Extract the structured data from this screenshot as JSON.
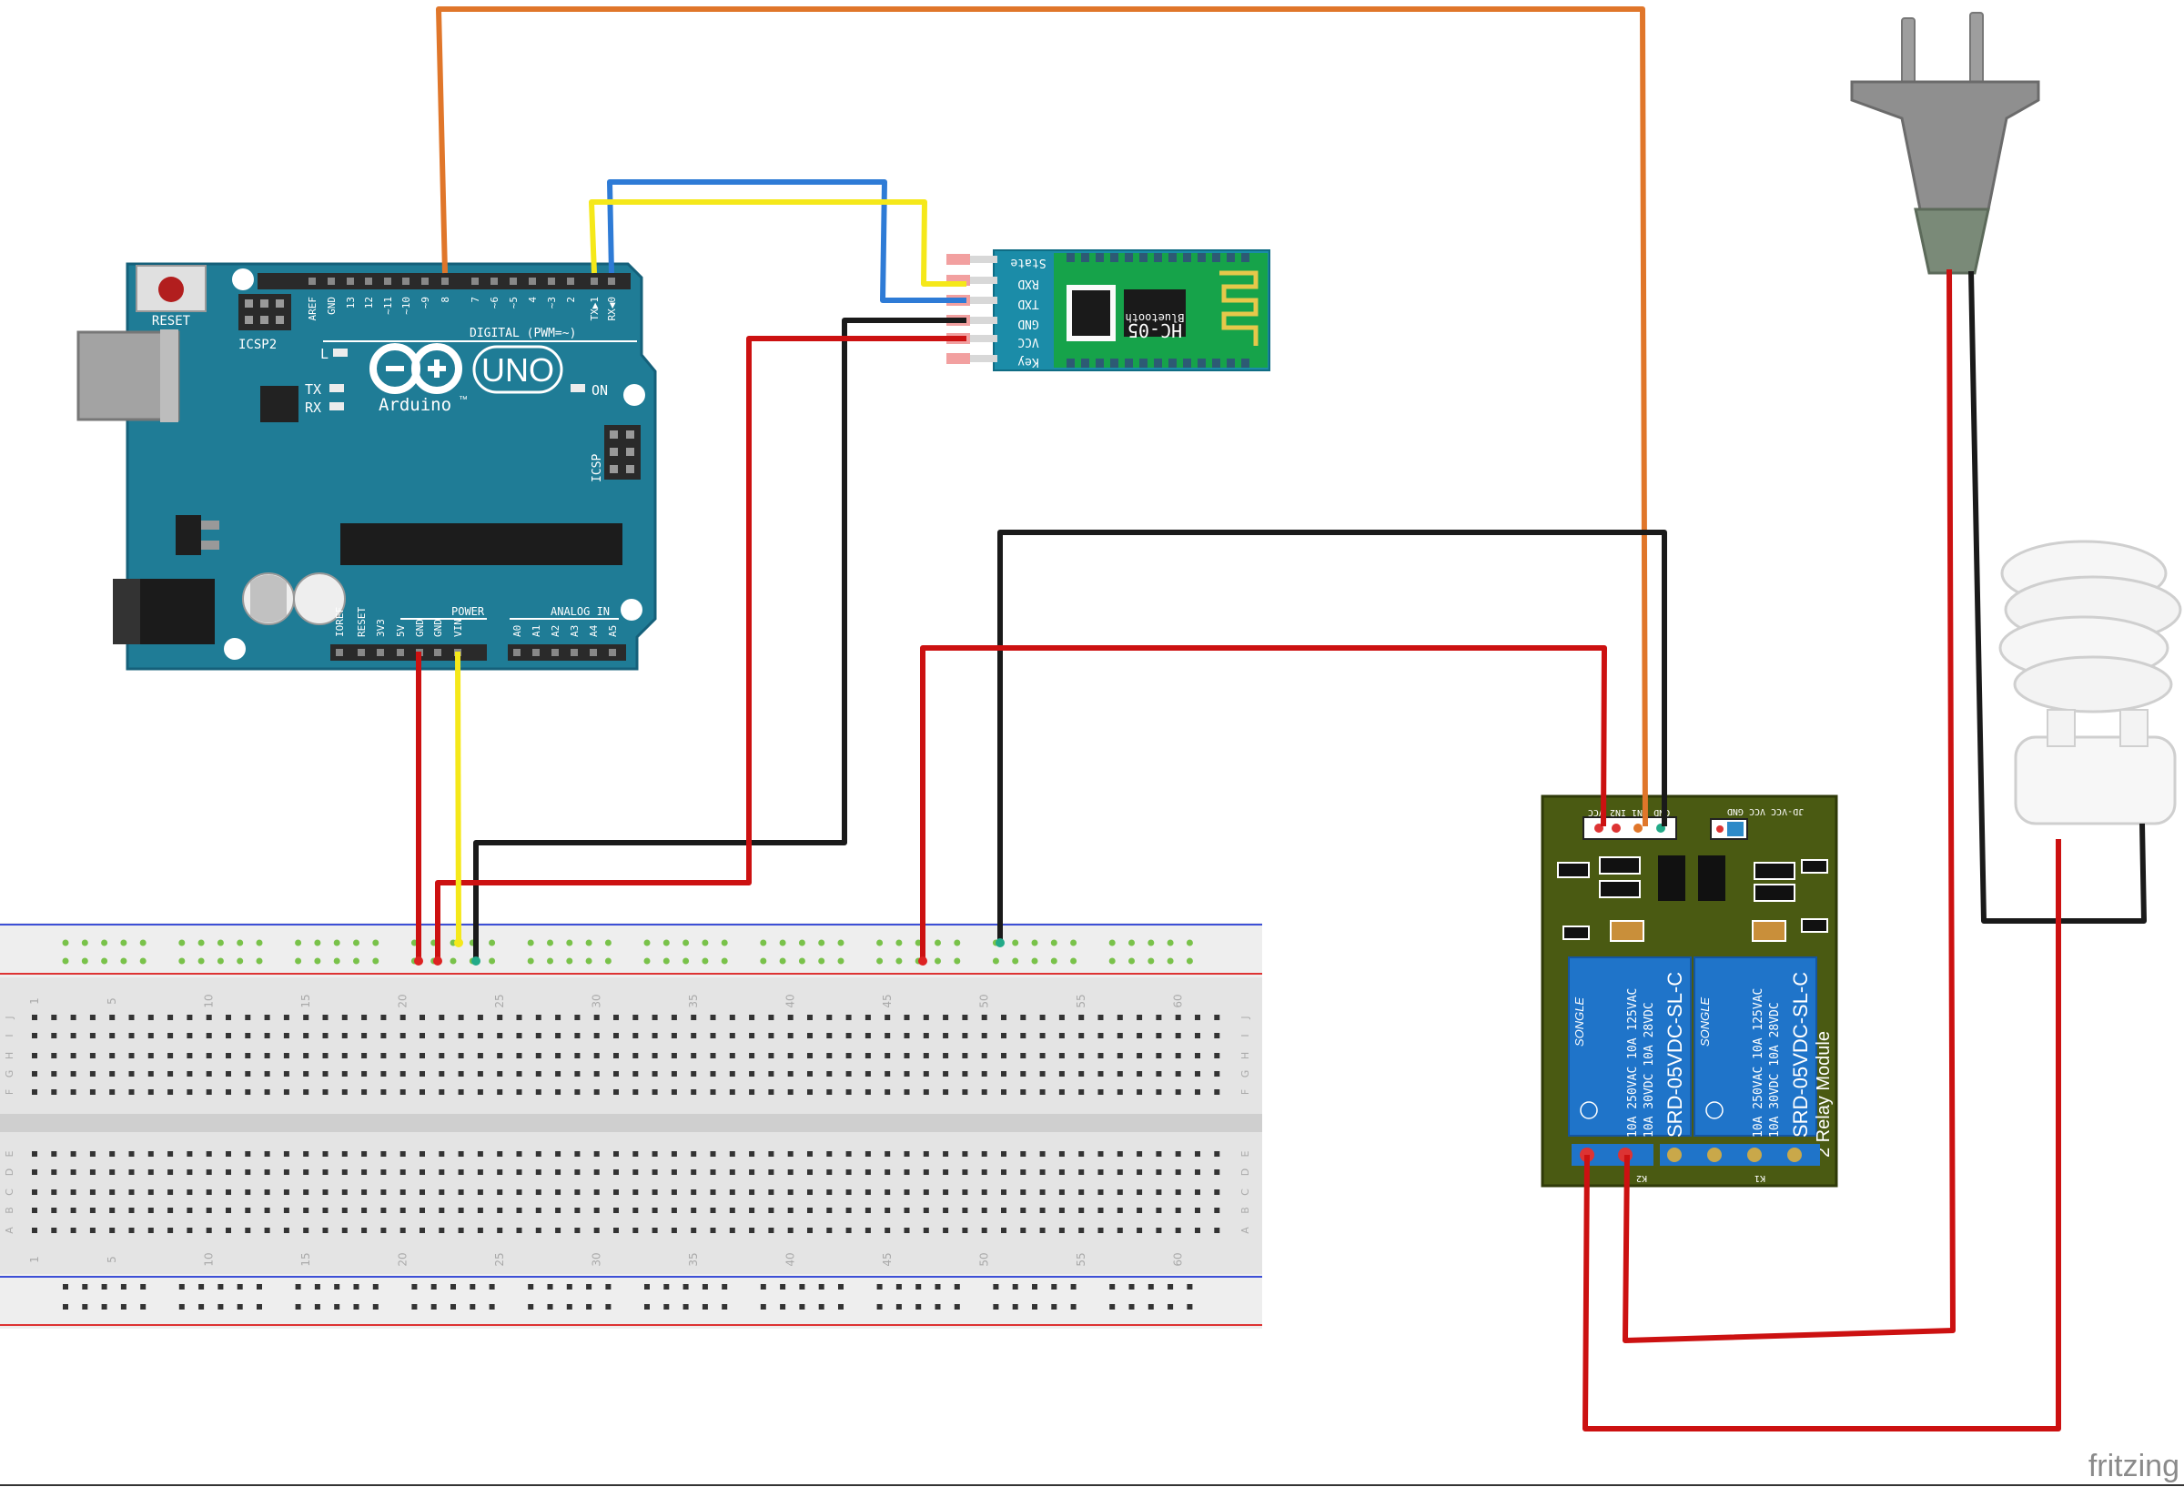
{
  "arduino": {
    "reset_label": "RESET",
    "icsp2_label": "ICSP2",
    "icsp_label": "ICSP",
    "uno_label": "UNO",
    "brand_label": "Arduino",
    "tm_label": "™",
    "on_label": "ON",
    "l_label": "L",
    "tx_label": "TX",
    "rx_label": "RX",
    "digital_label": "DIGITAL (PWM=~)",
    "power_label": "POWER",
    "analog_label": "ANALOG IN",
    "top_pins": [
      "AREF",
      "GND",
      "13",
      "12",
      "~11",
      "~10",
      "~9",
      "8",
      "7",
      "~6",
      "~5",
      "4",
      "~3",
      "2",
      "TX▶1",
      "RX◀0"
    ],
    "power_pins": [
      "IOREF",
      "RESET",
      "3V3",
      "5V",
      "GND",
      "GND",
      "VIN"
    ],
    "analog_pins": [
      "A0",
      "A1",
      "A2",
      "A3",
      "A4",
      "A5"
    ]
  },
  "bluetooth": {
    "model": "HC-05",
    "chip_text": "Bluetooth",
    "pins": [
      "State",
      "RXD",
      "TXD",
      "GND",
      "VCC",
      "Key"
    ]
  },
  "breadboard": {
    "column_numbers": [
      "1",
      "5",
      "10",
      "15",
      "20",
      "25",
      "30",
      "35",
      "40",
      "45",
      "50",
      "55",
      "60"
    ],
    "row_letters_top": [
      "J",
      "I",
      "H",
      "G",
      "F"
    ],
    "row_letters_bottom": [
      "E",
      "D",
      "C",
      "B",
      "A"
    ]
  },
  "relay": {
    "header_label": "GND IN1 IN2 VCC",
    "jumper_label": "JD-VCC VCC GND",
    "relay_brand": "SONGLE",
    "relay_model": "SRD-05VDC-SL-C",
    "rating_line1": "10A 250VAC  10A 125VAC",
    "rating_line2": "10A  30VDC  10A  28VDC",
    "module_label": "2 Relay Module",
    "k1_label": "K1",
    "k2_label": "K2"
  },
  "watermark": "fritzing",
  "colors": {
    "arduino_board": "#1f7c96",
    "bt_board": "#1b8ca8",
    "relay_board": "#4a5a12",
    "relay_cube": "#1f74c9",
    "wire_red": "#cc1111",
    "wire_black": "#1a1a1a",
    "wire_yellow": "#f5e81a",
    "wire_blue": "#2e7bd6",
    "wire_orange": "#e0762a",
    "bb_hole_green": "#79c24a"
  },
  "icons": [
    "power-plug-icon",
    "cfl-bulb-icon"
  ]
}
